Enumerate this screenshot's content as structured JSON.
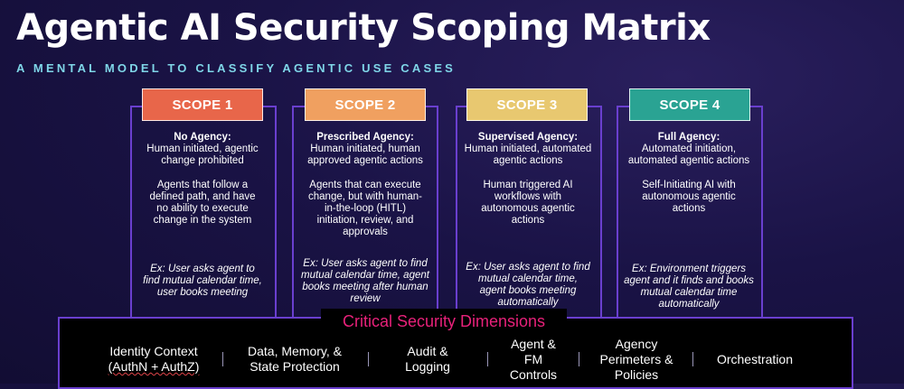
{
  "title": "Agentic AI Security Scoping Matrix",
  "subtitle": "A MENTAL MODEL TO CLASSIFY AGENTIC USE CASES",
  "colors": {
    "scope1": "#e8664a",
    "scope2": "#f0a060",
    "scope3": "#e8c870",
    "scope4": "#2aa393",
    "frame": "#6a3fcf",
    "dimensions_title": "#e8217a"
  },
  "scopes": [
    {
      "label": "SCOPE 1",
      "heading": "No Agency:",
      "heading_desc": "Human initiated, agentic change prohibited",
      "description": "Agents that follow a defined path, and have no ability to execute change in the system",
      "example": "Ex: User asks agent to find mutual calendar time, user books meeting"
    },
    {
      "label": "SCOPE 2",
      "heading": "Prescribed Agency:",
      "heading_desc": "Human initiated, human approved agentic actions",
      "description": "Agents that can execute change, but with human-in-the-loop (HITL) initiation, review, and approvals",
      "example": "Ex: User asks agent to find mutual calendar time, agent books meeting after human review"
    },
    {
      "label": "SCOPE 3",
      "heading": "Supervised Agency:",
      "heading_desc": "Human initiated, automated agentic actions",
      "description": "Human triggered AI workflows with autonomous agentic actions",
      "example": "Ex: User asks agent to find mutual calendar time, agent books meeting automatically"
    },
    {
      "label": "SCOPE 4",
      "heading": "Full Agency:",
      "heading_desc": "Automated initiation, automated agentic actions",
      "description": "Self-Initiating AI with autonomous agentic actions",
      "example": "Ex: Environment triggers agent and it finds and books mutual calendar time automatically"
    }
  ],
  "dimensions": {
    "title": "Critical Security Dimensions",
    "items": [
      "Identity Context",
      "(AuthN + AuthZ)",
      "Data, Memory, &",
      "State Protection",
      "Audit &",
      "Logging",
      "Agent &",
      "FM",
      "Controls",
      "Agency",
      "Perimeters &",
      "Policies",
      "Orchestration"
    ]
  }
}
